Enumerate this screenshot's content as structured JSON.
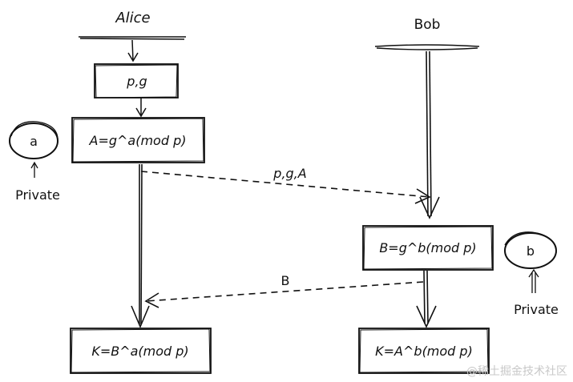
{
  "actors": {
    "alice": "Alice",
    "bob": "Bob"
  },
  "alice_boxes": {
    "params": "p,g",
    "public_key": "A=g^a(mod p)",
    "shared_key": "K=B^a(mod p)"
  },
  "bob_boxes": {
    "public_key": "B=g^b(mod p)",
    "shared_key": "K=A^b(mod p)"
  },
  "secrets": {
    "alice_secret": "a",
    "bob_secret": "b",
    "alice_private_label": "Private",
    "bob_private_label": "Private"
  },
  "messages": {
    "alice_to_bob": "p,g,A",
    "bob_to_alice": "B"
  },
  "watermark": "@稀土掘金技术社区",
  "colors": {
    "ink": "#111111",
    "background": "#ffffff",
    "watermark": "#c8c8c8"
  }
}
